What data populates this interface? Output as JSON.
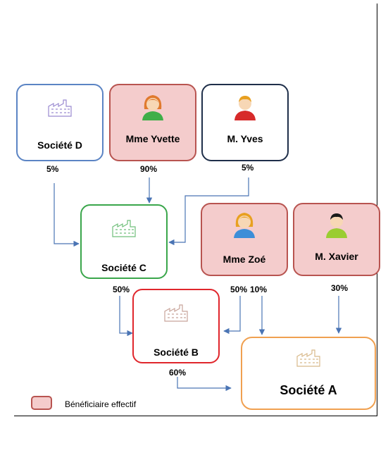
{
  "colors": {
    "beneficiary_fill": "#f4cccc",
    "beneficiary_border": "#b85450",
    "arrow": "#4a74b4"
  },
  "nodes": {
    "societe_d": {
      "label": "Société D",
      "border": "#5b84c4",
      "icon": "factory-icon"
    },
    "mme_yvette": {
      "label": "Mme Yvette",
      "border": "#b85450",
      "icon": "woman-icon"
    },
    "m_yves": {
      "label": "M. Yves",
      "border": "#1f2f4a",
      "icon": "man-icon"
    },
    "societe_c": {
      "label": "Société C",
      "border": "#3aa64b",
      "icon": "factory-icon"
    },
    "mme_zoe": {
      "label": "Mme Zoé",
      "border": "#b85450",
      "icon": "woman-icon"
    },
    "m_xavier": {
      "label": "M. Xavier",
      "border": "#b85450",
      "icon": "man-icon"
    },
    "societe_b": {
      "label": "Société B",
      "border": "#e0262c",
      "icon": "factory-icon"
    },
    "societe_a": {
      "label": "Société A",
      "border": "#f0a050",
      "icon": "factory-icon"
    }
  },
  "percentages": {
    "d_to_c": "5%",
    "yvette_to_c": "90%",
    "yves_to_c": "5%",
    "c_to_b": "50%",
    "zoe_to_b": "50%",
    "zoe_to_a": "10%",
    "xavier_to_a": "30%",
    "b_to_a": "60%"
  },
  "legend": {
    "label": "Bénéficiaire effectif"
  }
}
